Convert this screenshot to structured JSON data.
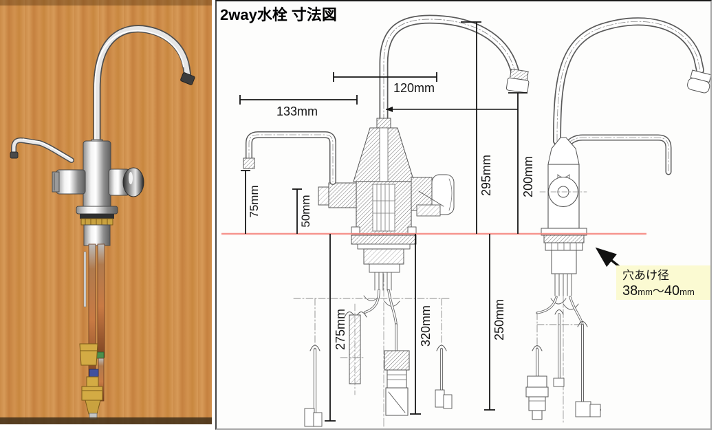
{
  "photo": {
    "colors": {
      "wood": "#cd8c49",
      "chrome": "#e8e8e8",
      "copper": "#b06a38",
      "brass": "#c9a13f"
    }
  },
  "drawing": {
    "title": "2way水栓 寸法図",
    "colors": {
      "counter_line": "#f5827b",
      "note_bg": "#fbfad2",
      "line": "#4f4f4f"
    },
    "dimensions": {
      "d120": "120mm",
      "d133": "133mm",
      "d75": "75mm",
      "d50": "50mm",
      "d295": "295mm",
      "d200": "200mm",
      "d275": "275mm",
      "d320": "320mm",
      "d250": "250mm"
    },
    "note": {
      "title": "穴あけ径",
      "min": "38",
      "min_unit": "mm",
      "separator": "～",
      "max": "40",
      "max_unit": "mm"
    }
  }
}
